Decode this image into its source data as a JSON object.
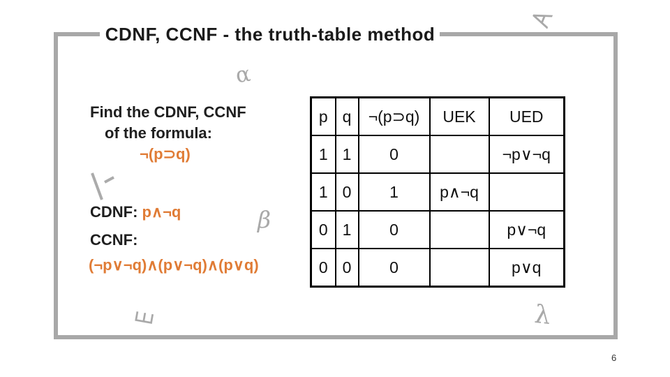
{
  "slide": {
    "title": "CDNF, CCNF - the truth-table method",
    "page_number": "6"
  },
  "left_panel": {
    "prompt_line1": "Find the CDNF, CCNF",
    "prompt_line2": "of the formula:",
    "formula": "¬(p⊃q)",
    "cdnf_label": "CDNF: ",
    "cdnf_value": "p∧¬q",
    "ccnf_label": "CCNF:",
    "ccnf_value": "(¬p∨¬q)∧(p∨¬q)∧(p∨q)"
  },
  "truth_table": {
    "headers": [
      "p",
      "q",
      "¬(p⊃q)",
      "UEK",
      "UED"
    ],
    "rows": [
      [
        "1",
        "1",
        "0",
        "",
        "¬p∨¬q"
      ],
      [
        "1",
        "0",
        "1",
        "p∧¬q",
        ""
      ],
      [
        "0",
        "1",
        "0",
        "",
        "p∨¬q"
      ],
      [
        "0",
        "0",
        "0",
        "",
        "p∨q"
      ]
    ]
  },
  "decorations": {
    "alpha": "α",
    "beta": "β",
    "lambda": "λ",
    "forall": "∀",
    "exists": "∃"
  },
  "colors": {
    "accent_orange": "#E07C36",
    "frame_gray": "#A8A8A8",
    "text_black": "#1A1A1A"
  }
}
